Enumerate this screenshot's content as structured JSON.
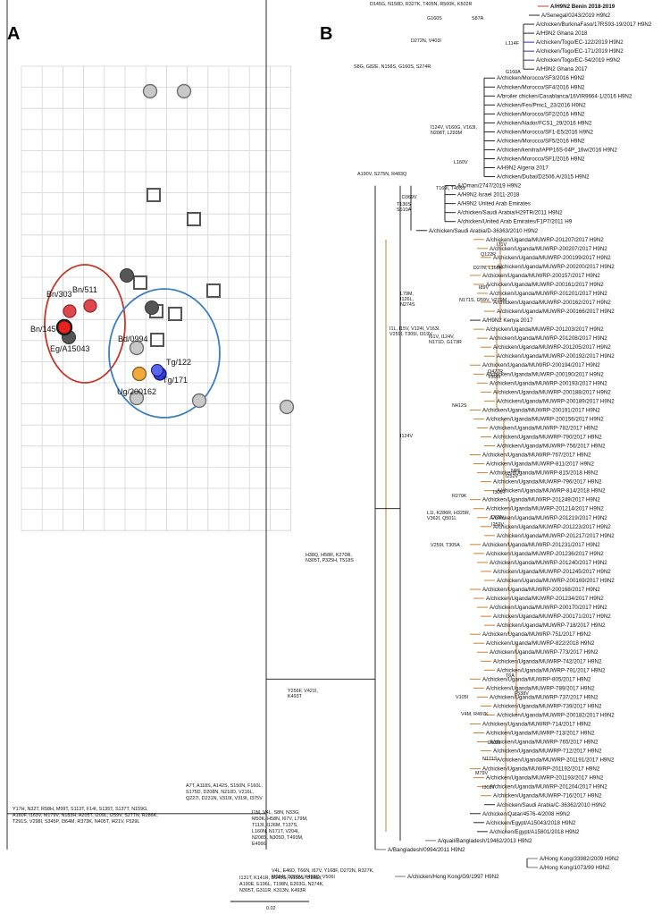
{
  "figure": {
    "panel_a": {
      "letter": "A",
      "labels": {
        "bn303": "Bn/303",
        "bn511": "Bn/511",
        "bn145": "Bn/145",
        "eg": "Eg/A15043",
        "bd": "Bd/0994",
        "tg122": "Tg/122",
        "tg171": "Tg/171",
        "ug": "Ug/200162"
      },
      "colors": {
        "red_group": "#c0392b",
        "blue_group": "#3b7dc4",
        "antigen_grey": "#c8c8c8",
        "benin_red": "#e0474c",
        "togo_blue": "#2f3fd6",
        "uganda_orange": "#f0a93a"
      }
    },
    "panel_b": {
      "letter": "B",
      "colors": {
        "benin": "#c0201c",
        "togo": "#1a1aa8",
        "uganda": "#c9711b",
        "reference": "#111111",
        "outgroup": "#666666"
      },
      "scale": "0.02",
      "taxa": [
        {
          "t": "A/H9N2 Benin 2018-2019",
          "c": "benin"
        },
        {
          "t": "A/Senegal/0243/2019 H9N2",
          "c": "reference"
        },
        {
          "t": "A/chicken/BurkinaFaso/17RS93-19/2017 H9N2",
          "c": "reference"
        },
        {
          "t": "A/H9N2 Ghana 2018",
          "c": "reference"
        },
        {
          "t": "A/chicken/Togo/EC-122/2019 H9N2",
          "c": "togo"
        },
        {
          "t": "A/chicken/Togo/EC-171/2019 H9N2",
          "c": "togo"
        },
        {
          "t": "A/chicken/Togo/EC-54/2019 H9N2",
          "c": "togo"
        },
        {
          "t": "A/H9N2 Ghana 2017",
          "c": "reference"
        },
        {
          "t": "A/chicken/Morocco/SF3/2016 H9N2",
          "c": "reference"
        },
        {
          "t": "A/chicken/Morocco/SF4/2016 H9N2",
          "c": "reference"
        },
        {
          "t": "A/broiler chicken/Casablanca/16VIR9664-1/2016 H9N2",
          "c": "reference"
        },
        {
          "t": "A/chicken/Fes/Pmc1_23/2016 H9N2",
          "c": "reference"
        },
        {
          "t": "A/chicken/Morocco/SF2/2016 H9N2",
          "c": "reference"
        },
        {
          "t": "A/chicken/Nador/FCS1_29/2016 H9N2",
          "c": "reference"
        },
        {
          "t": "A/chicken/Morocco/SF1-E5/2016 H9N2",
          "c": "reference"
        },
        {
          "t": "A/chicken/Morocco/SF5/2016 H9N2",
          "c": "reference"
        },
        {
          "t": "A/chicken/kenitra/IAPP16S-04P_16w/2016 H9N2",
          "c": "reference"
        },
        {
          "t": "A/chicken/Morocco/SF1/2016 H9N2",
          "c": "reference"
        },
        {
          "t": "A/H9N2 Algeria 2017",
          "c": "reference"
        },
        {
          "t": "A/chicken/Dubai/D2506.A/2015 H9N2",
          "c": "reference"
        },
        {
          "t": "A/Oman/2747/2019 H9N2",
          "c": "reference"
        },
        {
          "t": "A/H9N2 Israel 2011-2018",
          "c": "reference"
        },
        {
          "t": "A/H9N2 United Arab Emirates",
          "c": "reference"
        },
        {
          "t": "A/chicken/Saudi Arabia/H29TR/2011 H9N2",
          "c": "reference"
        },
        {
          "t": "A/chicken/United Arab Emirates/F1P7/2011 H9",
          "c": "reference"
        },
        {
          "t": "A/chicken/Saudi Arabia/D-36363/2010 H9N2",
          "c": "reference"
        },
        {
          "t": "A/chicken/Uganda/MUWRP-201207/2017 H9N2",
          "c": "uganda"
        },
        {
          "t": "A/chicken/Uganda/MUWRP-200207/2017 H9N2",
          "c": "uganda"
        },
        {
          "t": "A/chicken/Uganda/MUWRP-200199/2017 H9N2",
          "c": "uganda"
        },
        {
          "t": "A/chicken/Uganda/MUWRP-200200/2017 H9N2",
          "c": "uganda"
        },
        {
          "t": "A/chicken/Uganda/MUWRP-200157/2017 H9N2",
          "c": "uganda"
        },
        {
          "t": "A/chicken/Uganda/MUWRP-200161/2017 H9N2",
          "c": "uganda"
        },
        {
          "t": "A/chicken/Uganda/MUWRP-201201/2017 H9N2",
          "c": "uganda"
        },
        {
          "t": "A/chicken/Uganda/MUWRP-200162/2017 H9N2",
          "c": "uganda"
        },
        {
          "t": "A/chicken/Uganda/MUWRP-200166/2017 H9N2",
          "c": "uganda"
        },
        {
          "t": "A/H9N2 Kenya 2017",
          "c": "reference"
        },
        {
          "t": "A/chicken/Uganda/MUWRP-201203/2017 H9N2",
          "c": "uganda"
        },
        {
          "t": "A/chicken/Uganda/MUWRP-201208/2017 H9N2",
          "c": "uganda"
        },
        {
          "t": "A/chicken/Uganda/MUWRP-201205/2017 H9N2",
          "c": "uganda"
        },
        {
          "t": "A/chicken/Uganda/MUWRP-200192/2017 H9N2",
          "c": "uganda"
        },
        {
          "t": "A/chicken/Uganda/MUWRP-200194/2017 H9N2",
          "c": "uganda"
        },
        {
          "t": "A/chicken/Uganda/MUWRP-200190/2017 H9N2",
          "c": "uganda"
        },
        {
          "t": "A/chicken/Uganda/MUWRP-200193/2017 H9N2",
          "c": "uganda"
        },
        {
          "t": "A/chicken/Uganda/MUWRP-200188/2017 H9N2",
          "c": "uganda"
        },
        {
          "t": "A/chicken/Uganda/MUWRP-200189/2017 H9N2",
          "c": "uganda"
        },
        {
          "t": "A/chicken/Uganda/MUWRP-200191/2017 H9N2",
          "c": "uganda"
        },
        {
          "t": "A/chicken/Uganda/MUWRP-200156/2017 H9N2",
          "c": "uganda"
        },
        {
          "t": "A/chicken/Uganda/MUWRP-782/2017 H9N2",
          "c": "uganda"
        },
        {
          "t": "A/chicken/Uganda/MUWRP-790/2017 H9N2",
          "c": "uganda"
        },
        {
          "t": "A/chicken/Uganda/MUWRP-756/2017 H9N2",
          "c": "uganda"
        },
        {
          "t": "A/chicken/Uganda/MUWRP-767/2017 H9N2",
          "c": "uganda"
        },
        {
          "t": "A/chicken/Uganda/MUWRP-811/2017 H9N2",
          "c": "uganda"
        },
        {
          "t": "A/chicken/Uganda/MUWRP-815/2018 H9N2",
          "c": "uganda"
        },
        {
          "t": "A/chicken/Uganda/MUWRP-796/2017 H9N2",
          "c": "uganda"
        },
        {
          "t": "A/chicken/Uganda/MUWRP-814/2018 H9N2",
          "c": "uganda"
        },
        {
          "t": "A/chicken/Uganda/MUWRP-201249/2017 H9N2",
          "c": "uganda"
        },
        {
          "t": "A/chicken/Uganda/MUWRP-201214/2017 H9N2",
          "c": "uganda"
        },
        {
          "t": "A/chicken/Uganda/MUWRP-201219/2017 H9N2",
          "c": "uganda"
        },
        {
          "t": "A/chicken/Uganda/MUWRP-201223/2017 H9N2",
          "c": "uganda"
        },
        {
          "t": "A/chicken/Uganda/MUWRP-201217/2017 H9N2",
          "c": "uganda"
        },
        {
          "t": "A/chicken/Uganda/MUWRP-201231/2017 H9N2",
          "c": "uganda"
        },
        {
          "t": "A/chicken/Uganda/MUWRP-201236/2017 H9N2",
          "c": "uganda"
        },
        {
          "t": "A/chicken/Uganda/MUWRP-201240/2017 H9N2",
          "c": "uganda"
        },
        {
          "t": "A/chicken/Uganda/MUWRP-201245/2017 H9N2",
          "c": "uganda"
        },
        {
          "t": "A/chicken/Uganda/MUWRP-200169/2017 H9N2",
          "c": "uganda"
        },
        {
          "t": "A/chicken/Uganda/MUWRP-200168/2017 H9N2",
          "c": "uganda"
        },
        {
          "t": "A/chicken/Uganda/MUWRP-201234/2017 H9N2",
          "c": "uganda"
        },
        {
          "t": "A/chicken/Uganda/MUWRP-200170/2017 H9N2",
          "c": "uganda"
        },
        {
          "t": "A/chicken/Uganda/MUWRP-200171/2017 H9N2",
          "c": "uganda"
        },
        {
          "t": "A/chicken/Uganda/MUWRP-718/2017 H9N2",
          "c": "uganda"
        },
        {
          "t": "A/chicken/Uganda/MUWRP-751/2017 H9N2",
          "c": "uganda"
        },
        {
          "t": "A/chicken/Uganda/MUWRP-822/2018 H9N2",
          "c": "uganda"
        },
        {
          "t": "A/chicken/Uganda/MUWRP-773/2017 H9N2",
          "c": "uganda"
        },
        {
          "t": "A/chicken/Uganda/MUWRP-742/2017 H9N2",
          "c": "uganda"
        },
        {
          "t": "A/chicken/Uganda/MUWRP-791/2017 H9N2",
          "c": "uganda"
        },
        {
          "t": "A/chicken/Uganda/MUWRP-805/2017 H9N2",
          "c": "uganda"
        },
        {
          "t": "A/chicken/Uganda/MUWRP-789/2017 H9N2",
          "c": "uganda"
        },
        {
          "t": "A/chicken/Uganda/MUWRP-737/2017 H9N2",
          "c": "uganda"
        },
        {
          "t": "A/chicken/Uganda/MUWRP-739/2017 H9N2",
          "c": "uganda"
        },
        {
          "t": "A/chicken/Uganda/MUWRP-200182/2017 H9N2",
          "c": "uganda"
        },
        {
          "t": "A/chicken/Uganda/MUWRP-714/2017 H9N2",
          "c": "uganda"
        },
        {
          "t": "A/chicken/Uganda/MUWRP-713/2017 H9N2",
          "c": "uganda"
        },
        {
          "t": "A/chicken/Uganda/MUWRP-765/2017 H9N2",
          "c": "uganda"
        },
        {
          "t": "A/chicken/Uganda/MUWRP-712/2017 H9N2",
          "c": "uganda"
        },
        {
          "t": "A/chicken/Uganda/MUWRP-201191/2017 H9N2",
          "c": "uganda"
        },
        {
          "t": "A/chicken/Uganda/MUWRP-201192/2017 H9N2",
          "c": "uganda"
        },
        {
          "t": "A/chicken/Uganda/MUWRP-201193/2017 H9N2",
          "c": "uganda"
        },
        {
          "t": "A/chicken/Uganda/MUWRP-201204/2017 H9N2",
          "c": "uganda"
        },
        {
          "t": "A/chicken/Uganda/MUWRP-716/2017 H9N2",
          "c": "uganda"
        },
        {
          "t": "A/chicken/Saudi Arabia/C-36362/2010 H9N2",
          "c": "reference"
        },
        {
          "t": "A/chicken/Qatar/4576-4/2008 H9N2",
          "c": "reference"
        },
        {
          "t": "A/chicken/Egypt/A15043/2018 H9N2",
          "c": "reference"
        },
        {
          "t": "A/chicken/Egypt/A15801/2018 H9N2",
          "c": "reference"
        },
        {
          "t": "A/quail/Bangladesh/19462/2013 H9N2",
          "c": "outgroup"
        },
        {
          "t": "A/Bangladesh/0994/2011 H9N2",
          "c": "outgroup"
        },
        {
          "t": "A/Hong Kong/33982/2009 H9N2",
          "c": "outgroup"
        },
        {
          "t": "A/Hong Kong/1073/99 H9N2",
          "c": "outgroup"
        },
        {
          "t": "A/chicken/Hong Kong/G9/1997 H9N2",
          "c": "outgroup"
        }
      ],
      "mutations": [
        "D145G, N158D, R327K, T405N, R500K, K502R",
        "G160S",
        "S87A",
        "D272N, V403I",
        "L114F",
        "S8G, G82E, N158S, G160S, S274R",
        "G160A",
        "I124V, V160G, V163I,",
        "N208T, L293M",
        "L160V",
        "A190V, S275N, R483Q",
        "T169I, T405S",
        "D369V",
        "T130S",
        "S510A",
        "I71V",
        "Q122R",
        "D27N, L160H",
        "I89V",
        "N171S, I259V, V279M",
        "L79M,",
        "I126L,",
        "N274S",
        "I1L, I15V, V124I, V163I,",
        "V259I, T305I, I319V",
        "I61V, I124V,",
        "N171D, G173R",
        "Q477R,",
        "V506I",
        "N412S",
        "I124V",
        "N9S,",
        "I252V",
        "I305T",
        "R270K",
        "L1I, K286R, H325R,",
        "V362I, Q501L",
        "D63N,",
        "I259V",
        "V259I, T305A",
        "H38Q, H58R, K270R,",
        "N305T, P325H, T518S",
        "T6A",
        "F538V",
        "V105I",
        "V4M, R497K",
        "Y256F, V421I,",
        "K493T",
        "D63N",
        "N171S",
        "M79V",
        "I305T",
        "A7T, A118S, A142S, S150N, F160L,",
        "S175D, D208N, N210D, V216L,",
        "Q227I, D231N, V310I, V319I, I375V",
        "I1M, V4L, S8N, N33G,",
        "M50K, H58N, I67V, L79M,",
        "T113I, I126M, T137S,",
        "L160N, N171T, V204I,",
        "N208S, N305D, T493M,",
        "E499G",
        "Y17H, N32T, R58H, M99T, S113T, F14I, S135T, S137T, N159G,",
        "A160F, I163V, M179V, N183H, A205T, I209L, I259V, S277N, R286K,",
        "T291S, V298I, S345P, I364M, R373K, N405T, I421V, F529L",
        "V4L, E46D, T66N, I67V, Y168F, D272N, R327K,",
        "M364I, D369V, K493Q, V506I",
        "I131T, K141R, D145G, N158S, D188Y,",
        "A190E, E196L, T198N, E263G, N274K,",
        "N305T, G311R, K313N, K493R"
      ]
    }
  }
}
